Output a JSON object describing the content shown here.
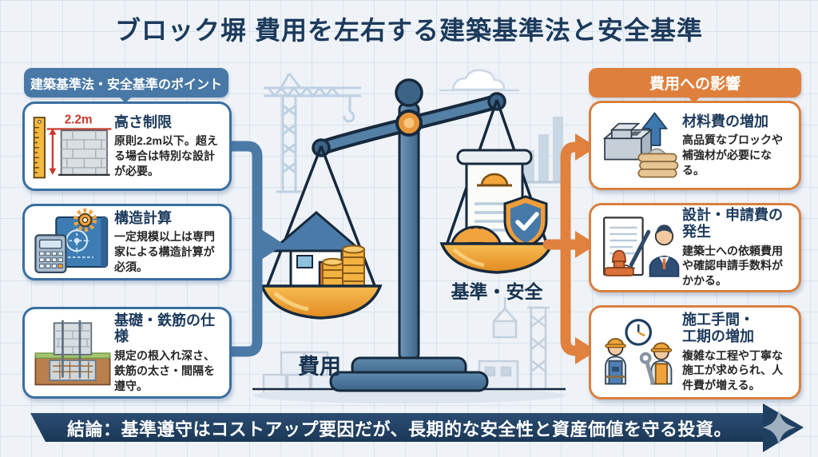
{
  "title": "ブロック塀 費用を左右する建築基準法と安全基準",
  "left_panel": {
    "badge": "建築基準法・安全基準のポイント",
    "items": [
      {
        "icon": "ruler-wall-icon",
        "annotation": "2.2m",
        "heading": "高さ制限",
        "body": "原則2.2m以下。超える場合は特別な設計が必要。"
      },
      {
        "icon": "calculator-blueprint-icon",
        "heading": "構造計算",
        "body": "一定規模以上は専門家による構造計算が必須。"
      },
      {
        "icon": "foundation-rebar-icon",
        "heading": "基礎・鉄筋の仕様",
        "body": "規定の根入れ深さ、鉄筋の太さ・間隔を遵守。"
      }
    ]
  },
  "right_panel": {
    "badge": "費用への影響",
    "items": [
      {
        "icon": "blocks-arrow-icon",
        "heading": "材料費の増加",
        "body": "高品質なブロックや補強材が必要になる。"
      },
      {
        "icon": "document-architect-icon",
        "heading": "設計・申請費の\n発生",
        "body": "建築士への依頼費用や確認申請手数料がかかる。"
      },
      {
        "icon": "workers-clock-icon",
        "heading": "施工手間・\n工期の増加",
        "body": "複雑な工程や丁寧な施工が求められ、人件費が増える。"
      }
    ]
  },
  "center": {
    "scale_icon": "balance-scale-icon",
    "left_pan_label": "費用",
    "right_pan_label": "基準・安全"
  },
  "conclusion": "結論：基準遵守はコストアップ要因だが、長期的な安全性と資産価値を守る投資。",
  "colors": {
    "navy": "#1c3a5c",
    "ink": "#16293d",
    "blue": "#4878a6",
    "blue-border": "#3b6fa0",
    "orange": "#df7f3c",
    "orange-border": "#d9803f",
    "red": "#c8392b",
    "banner": "#24466b"
  }
}
